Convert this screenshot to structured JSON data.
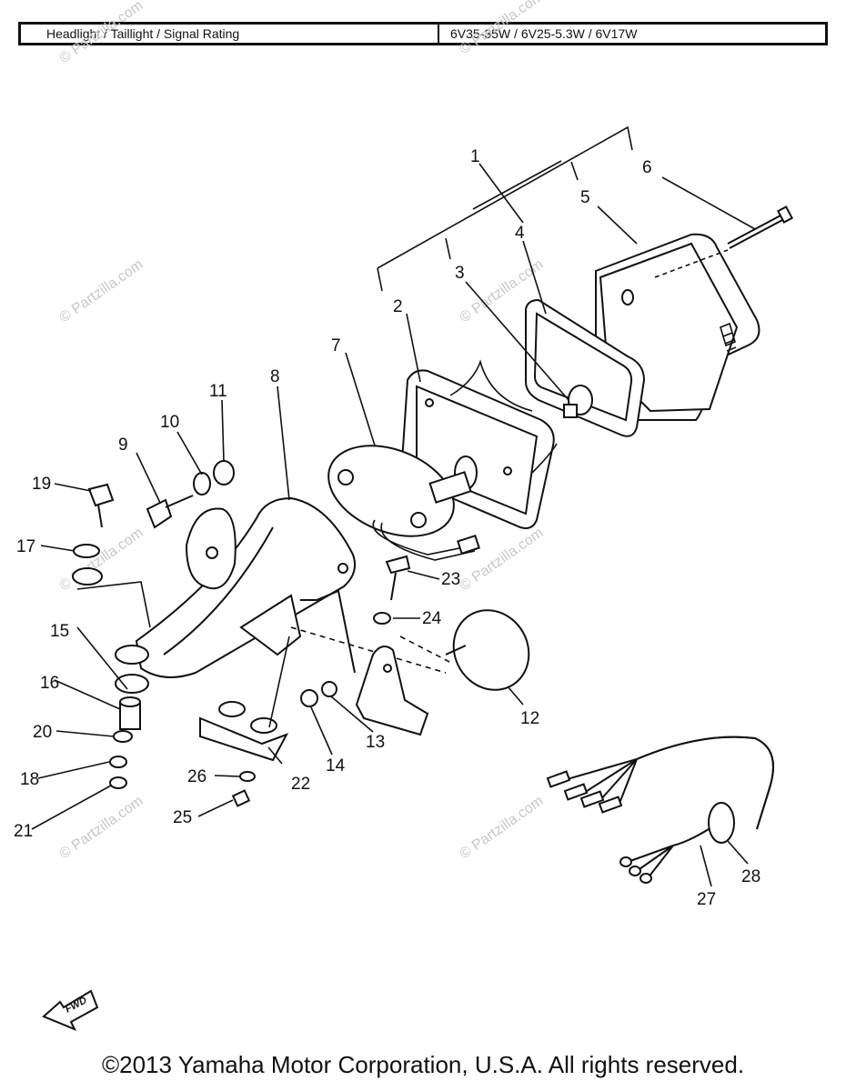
{
  "rating_table": {
    "label": "Headlight / Taillight / Signal Rating",
    "value": "6V35-35W / 6V25-5.3W / 6V17W"
  },
  "callouts": [
    "1",
    "2",
    "3",
    "4",
    "5",
    "6",
    "7",
    "8",
    "9",
    "10",
    "11",
    "12",
    "13",
    "14",
    "15",
    "16",
    "17",
    "18",
    "19",
    "20",
    "21",
    "22",
    "23",
    "24",
    "25",
    "26",
    "27",
    "28"
  ],
  "watermark": "© Partzilla.com",
  "fwd_label": "FWD",
  "copyright": "©2013 Yamaha Motor Corporation, U.S.A. All rights reserved."
}
